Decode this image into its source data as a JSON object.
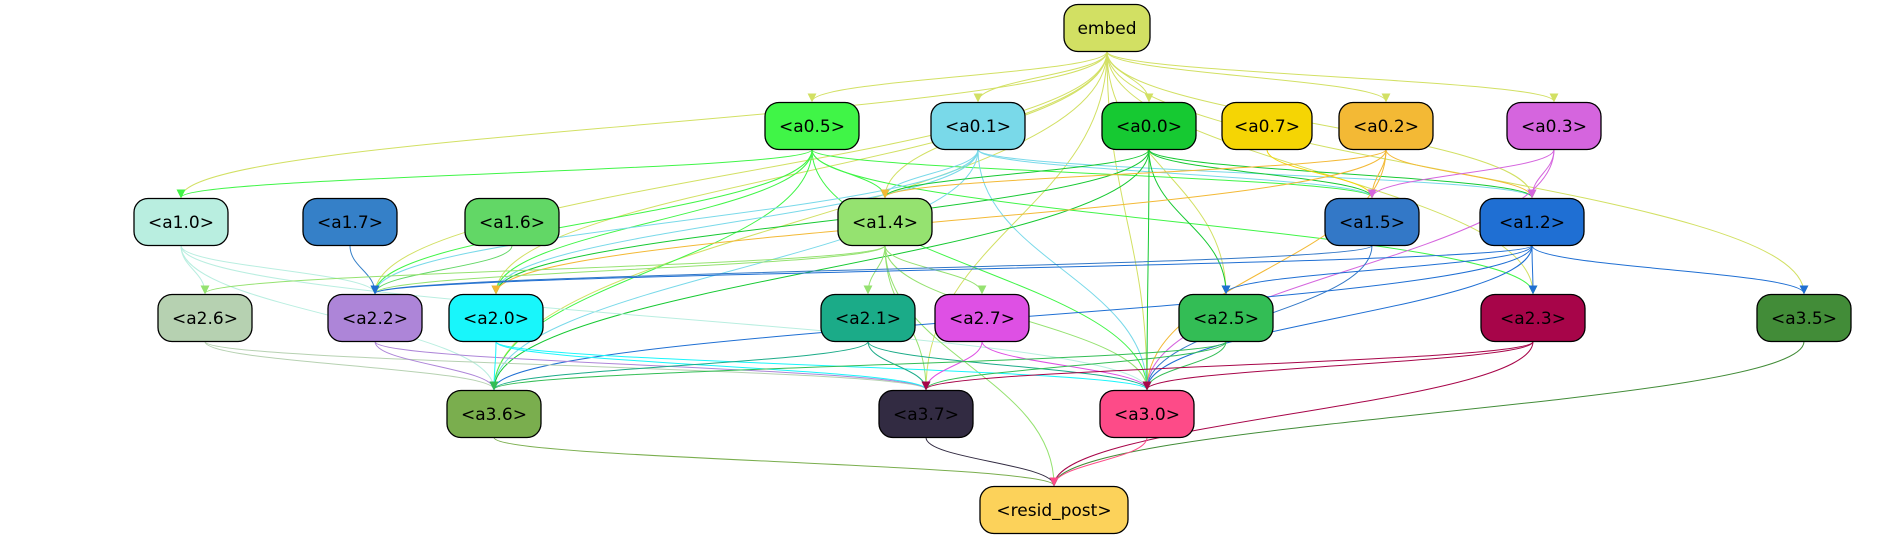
{
  "nodes": [
    {
      "id": "embed",
      "label": "embed",
      "color": "#d2e063",
      "text_color": "#000000"
    },
    {
      "id": "a0.5",
      "label": "<a0.5>",
      "color": "#40f547",
      "text_color": "#000000"
    },
    {
      "id": "a0.1",
      "label": "<a0.1>",
      "color": "#79d9e9",
      "text_color": "#000000"
    },
    {
      "id": "a0.0",
      "label": "<a0.0>",
      "color": "#16c932",
      "text_color": "#000000"
    },
    {
      "id": "a0.7",
      "label": "<a0.7>",
      "color": "#f5d504",
      "text_color": "#000000"
    },
    {
      "id": "a0.2",
      "label": "<a0.2>",
      "color": "#f3b935",
      "text_color": "#000000"
    },
    {
      "id": "a0.3",
      "label": "<a0.3>",
      "color": "#d565de",
      "text_color": "#000000"
    },
    {
      "id": "a1.0",
      "label": "<a1.0>",
      "color": "#b9eee0",
      "text_color": "#000000"
    },
    {
      "id": "a1.7",
      "label": "<a1.7>",
      "color": "#3580c8",
      "text_color": "#000000"
    },
    {
      "id": "a1.6",
      "label": "<a1.6>",
      "color": "#62d766",
      "text_color": "#000000"
    },
    {
      "id": "a1.4",
      "label": "<a1.4>",
      "color": "#95e270",
      "text_color": "#000000"
    },
    {
      "id": "a1.5",
      "label": "<a1.5>",
      "color": "#3378c7",
      "text_color": "#000000"
    },
    {
      "id": "a1.2",
      "label": "<a1.2>",
      "color": "#1f6fd3",
      "text_color": "#000000"
    },
    {
      "id": "a2.6",
      "label": "<a2.6>",
      "color": "#b6d1b1",
      "text_color": "#000000"
    },
    {
      "id": "a2.2",
      "label": "<a2.2>",
      "color": "#ad85d8",
      "text_color": "#000000"
    },
    {
      "id": "a2.0",
      "label": "<a2.0>",
      "color": "#18f6fb",
      "text_color": "#000000"
    },
    {
      "id": "a2.1",
      "label": "<a2.1>",
      "color": "#1bab88",
      "text_color": "#000000"
    },
    {
      "id": "a2.7",
      "label": "<a2.7>",
      "color": "#de50e4",
      "text_color": "#000000"
    },
    {
      "id": "a2.5",
      "label": "<a2.5>",
      "color": "#33bd55",
      "text_color": "#000000"
    },
    {
      "id": "a2.3",
      "label": "<a2.3>",
      "color": "#a70549",
      "text_color": "#000000"
    },
    {
      "id": "a3.5",
      "label": "<a3.5>",
      "color": "#428c38",
      "text_color": "#000000"
    },
    {
      "id": "a3.6",
      "label": "<a3.6>",
      "color": "#7aae4e",
      "text_color": "#000000"
    },
    {
      "id": "a3.7",
      "label": "<a3.7>",
      "color": "#322b42",
      "text_color": "#000000"
    },
    {
      "id": "a3.0",
      "label": "<a3.0>",
      "color": "#fd4b88",
      "text_color": "#000000"
    },
    {
      "id": "resid_post",
      "label": "<resid_post>",
      "color": "#fcd25a",
      "text_color": "#000000"
    }
  ],
  "edges": [
    {
      "from": "embed",
      "to": "a0.5",
      "color": "#d2e063"
    },
    {
      "from": "embed",
      "to": "a0.1",
      "color": "#d2e063"
    },
    {
      "from": "embed",
      "to": "a0.0",
      "color": "#d2e063"
    },
    {
      "from": "embed",
      "to": "a0.2",
      "color": "#d2e063"
    },
    {
      "from": "embed",
      "to": "a0.3",
      "color": "#d2e063"
    },
    {
      "from": "embed",
      "to": "a1.0",
      "color": "#d2e063"
    },
    {
      "from": "embed",
      "to": "a1.4",
      "color": "#d2e063"
    },
    {
      "from": "embed",
      "to": "a1.2",
      "color": "#d2e063"
    },
    {
      "from": "embed",
      "to": "a2.2",
      "color": "#d2e063"
    },
    {
      "from": "embed",
      "to": "a2.0",
      "color": "#d2e063"
    },
    {
      "from": "embed",
      "to": "a2.5",
      "color": "#d2e063"
    },
    {
      "from": "embed",
      "to": "a2.3",
      "color": "#d2e063"
    },
    {
      "from": "embed",
      "to": "a3.5",
      "color": "#d2e063"
    },
    {
      "from": "embed",
      "to": "a3.6",
      "color": "#d2e063"
    },
    {
      "from": "embed",
      "to": "a3.7",
      "color": "#d2e063"
    },
    {
      "from": "embed",
      "to": "a3.0",
      "color": "#d2e063"
    },
    {
      "from": "a0.5",
      "to": "a1.0",
      "color": "#40f547"
    },
    {
      "from": "a0.5",
      "to": "a1.4",
      "color": "#40f547"
    },
    {
      "from": "a0.5",
      "to": "a1.5",
      "color": "#40f547"
    },
    {
      "from": "a0.5",
      "to": "a2.2",
      "color": "#40f547"
    },
    {
      "from": "a0.5",
      "to": "a2.0",
      "color": "#40f547"
    },
    {
      "from": "a0.5",
      "to": "a2.3",
      "color": "#40f547"
    },
    {
      "from": "a0.5",
      "to": "a3.6",
      "color": "#40f547"
    },
    {
      "from": "a0.5",
      "to": "a3.0",
      "color": "#40f547"
    },
    {
      "from": "a0.1",
      "to": "a1.4",
      "color": "#79d9e9"
    },
    {
      "from": "a0.1",
      "to": "a1.5",
      "color": "#79d9e9"
    },
    {
      "from": "a0.1",
      "to": "a1.2",
      "color": "#79d9e9"
    },
    {
      "from": "a0.1",
      "to": "a2.2",
      "color": "#79d9e9"
    },
    {
      "from": "a0.1",
      "to": "a2.0",
      "color": "#79d9e9"
    },
    {
      "from": "a0.1",
      "to": "a3.6",
      "color": "#79d9e9"
    },
    {
      "from": "a0.1",
      "to": "a3.0",
      "color": "#79d9e9"
    },
    {
      "from": "a0.0",
      "to": "a1.4",
      "color": "#16c932"
    },
    {
      "from": "a0.0",
      "to": "a1.5",
      "color": "#16c932"
    },
    {
      "from": "a0.0",
      "to": "a1.2",
      "color": "#16c932"
    },
    {
      "from": "a0.0",
      "to": "a2.0",
      "color": "#16c932"
    },
    {
      "from": "a0.0",
      "to": "a2.5",
      "color": "#16c932"
    },
    {
      "from": "a0.0",
      "to": "a3.6",
      "color": "#16c932"
    },
    {
      "from": "a0.0",
      "to": "a3.0",
      "color": "#16c932"
    },
    {
      "from": "a0.7",
      "to": "a1.5",
      "color": "#f5d504"
    },
    {
      "from": "a0.2",
      "to": "a1.4",
      "color": "#f3b935"
    },
    {
      "from": "a0.2",
      "to": "a1.5",
      "color": "#f3b935"
    },
    {
      "from": "a0.2",
      "to": "a1.2",
      "color": "#f3b935"
    },
    {
      "from": "a0.2",
      "to": "a2.0",
      "color": "#f3b935"
    },
    {
      "from": "a0.2",
      "to": "a3.0",
      "color": "#f3b935"
    },
    {
      "from": "a0.3",
      "to": "a1.5",
      "color": "#d565de"
    },
    {
      "from": "a0.3",
      "to": "a1.2",
      "color": "#d565de"
    },
    {
      "from": "a0.3",
      "to": "a3.0",
      "color": "#d565de"
    },
    {
      "from": "a1.0",
      "to": "a2.6",
      "color": "#b9eee0"
    },
    {
      "from": "a1.0",
      "to": "a2.2",
      "color": "#b9eee0"
    },
    {
      "from": "a1.0",
      "to": "a3.6",
      "color": "#b9eee0"
    },
    {
      "from": "a1.0",
      "to": "a3.0",
      "color": "#b9eee0"
    },
    {
      "from": "a1.7",
      "to": "a2.2",
      "color": "#3580c8"
    },
    {
      "from": "a1.6",
      "to": "a2.2",
      "color": "#62d766"
    },
    {
      "from": "a1.4",
      "to": "a2.6",
      "color": "#95e270"
    },
    {
      "from": "a1.4",
      "to": "a2.2",
      "color": "#95e270"
    },
    {
      "from": "a1.4",
      "to": "a2.1",
      "color": "#95e270"
    },
    {
      "from": "a1.4",
      "to": "a2.7",
      "color": "#95e270"
    },
    {
      "from": "a1.4",
      "to": "a3.7",
      "color": "#95e270"
    },
    {
      "from": "a1.4",
      "to": "a3.0",
      "color": "#95e270"
    },
    {
      "from": "a1.4",
      "to": "resid_post",
      "color": "#95e270"
    },
    {
      "from": "a1.5",
      "to": "a2.2",
      "color": "#3378c7"
    },
    {
      "from": "a1.5",
      "to": "a3.0",
      "color": "#3378c7"
    },
    {
      "from": "a1.2",
      "to": "a2.2",
      "color": "#1f6fd3"
    },
    {
      "from": "a1.2",
      "to": "a2.5",
      "color": "#1f6fd3"
    },
    {
      "from": "a1.2",
      "to": "a2.3",
      "color": "#1f6fd3"
    },
    {
      "from": "a1.2",
      "to": "a3.5",
      "color": "#1f6fd3"
    },
    {
      "from": "a1.2",
      "to": "a3.6",
      "color": "#1f6fd3"
    },
    {
      "from": "a1.2",
      "to": "a3.0",
      "color": "#1f6fd3"
    },
    {
      "from": "a2.6",
      "to": "a3.6",
      "color": "#b6d1b1"
    },
    {
      "from": "a2.6",
      "to": "a3.7",
      "color": "#b6d1b1"
    },
    {
      "from": "a2.2",
      "to": "a3.6",
      "color": "#ad85d8"
    },
    {
      "from": "a2.2",
      "to": "a3.7",
      "color": "#ad85d8"
    },
    {
      "from": "a2.0",
      "to": "a3.6",
      "color": "#18f6fb"
    },
    {
      "from": "a2.0",
      "to": "a3.7",
      "color": "#18f6fb"
    },
    {
      "from": "a2.0",
      "to": "a3.0",
      "color": "#18f6fb"
    },
    {
      "from": "a2.1",
      "to": "a3.6",
      "color": "#1bab88"
    },
    {
      "from": "a2.1",
      "to": "a3.7",
      "color": "#1bab88"
    },
    {
      "from": "a2.1",
      "to": "a3.0",
      "color": "#1bab88"
    },
    {
      "from": "a2.7",
      "to": "a3.7",
      "color": "#de50e4"
    },
    {
      "from": "a2.7",
      "to": "a3.0",
      "color": "#de50e4"
    },
    {
      "from": "a2.5",
      "to": "a3.6",
      "color": "#33bd55"
    },
    {
      "from": "a2.5",
      "to": "a3.7",
      "color": "#33bd55"
    },
    {
      "from": "a2.5",
      "to": "a3.0",
      "color": "#33bd55"
    },
    {
      "from": "a2.3",
      "to": "a3.7",
      "color": "#a70549"
    },
    {
      "from": "a2.3",
      "to": "a3.0",
      "color": "#a70549"
    },
    {
      "from": "a2.3",
      "to": "resid_post",
      "color": "#a70549"
    },
    {
      "from": "a3.5",
      "to": "resid_post",
      "color": "#428c38"
    },
    {
      "from": "a3.6",
      "to": "resid_post",
      "color": "#7aae4e"
    },
    {
      "from": "a3.7",
      "to": "resid_post",
      "color": "#322b42"
    },
    {
      "from": "a3.0",
      "to": "resid_post",
      "color": "#fd4b88"
    }
  ]
}
